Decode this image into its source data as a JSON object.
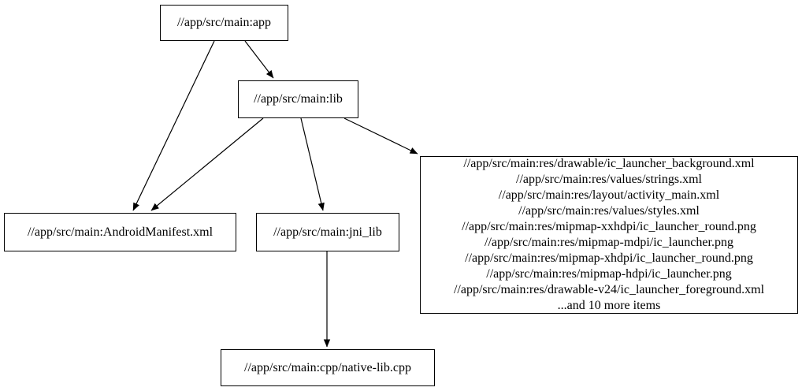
{
  "graph": {
    "background_color": "#ffffff",
    "node_border_color": "#000000",
    "edge_color": "#000000",
    "text_color": "#000000",
    "nodes": {
      "app": {
        "label": "//app/src/main:app"
      },
      "lib": {
        "label": "//app/src/main:lib"
      },
      "manifest": {
        "label": "//app/src/main:AndroidManifest.xml"
      },
      "jni_lib": {
        "label": "//app/src/main:jni_lib"
      },
      "native_lib": {
        "label": "//app/src/main:cpp/native-lib.cpp"
      },
      "resources": {
        "lines": [
          "//app/src/main:res/drawable/ic_launcher_background.xml",
          "//app/src/main:res/values/strings.xml",
          "//app/src/main:res/layout/activity_main.xml",
          "//app/src/main:res/values/styles.xml",
          "//app/src/main:res/mipmap-xxhdpi/ic_launcher_round.png",
          "//app/src/main:res/mipmap-mdpi/ic_launcher.png",
          "//app/src/main:res/mipmap-xhdpi/ic_launcher_round.png",
          "//app/src/main:res/mipmap-hdpi/ic_launcher.png",
          "//app/src/main:res/drawable-v24/ic_launcher_foreground.xml",
          "...and 10 more items"
        ]
      }
    },
    "edges": [
      {
        "from": "//app/src/main:app",
        "to": "//app/src/main:AndroidManifest.xml"
      },
      {
        "from": "//app/src/main:app",
        "to": "//app/src/main:lib"
      },
      {
        "from": "//app/src/main:lib",
        "to": "//app/src/main:AndroidManifest.xml"
      },
      {
        "from": "//app/src/main:lib",
        "to": "//app/src/main:jni_lib"
      },
      {
        "from": "//app/src/main:lib",
        "to": "resources-file-group"
      },
      {
        "from": "//app/src/main:jni_lib",
        "to": "//app/src/main:cpp/native-lib.cpp"
      }
    ]
  }
}
